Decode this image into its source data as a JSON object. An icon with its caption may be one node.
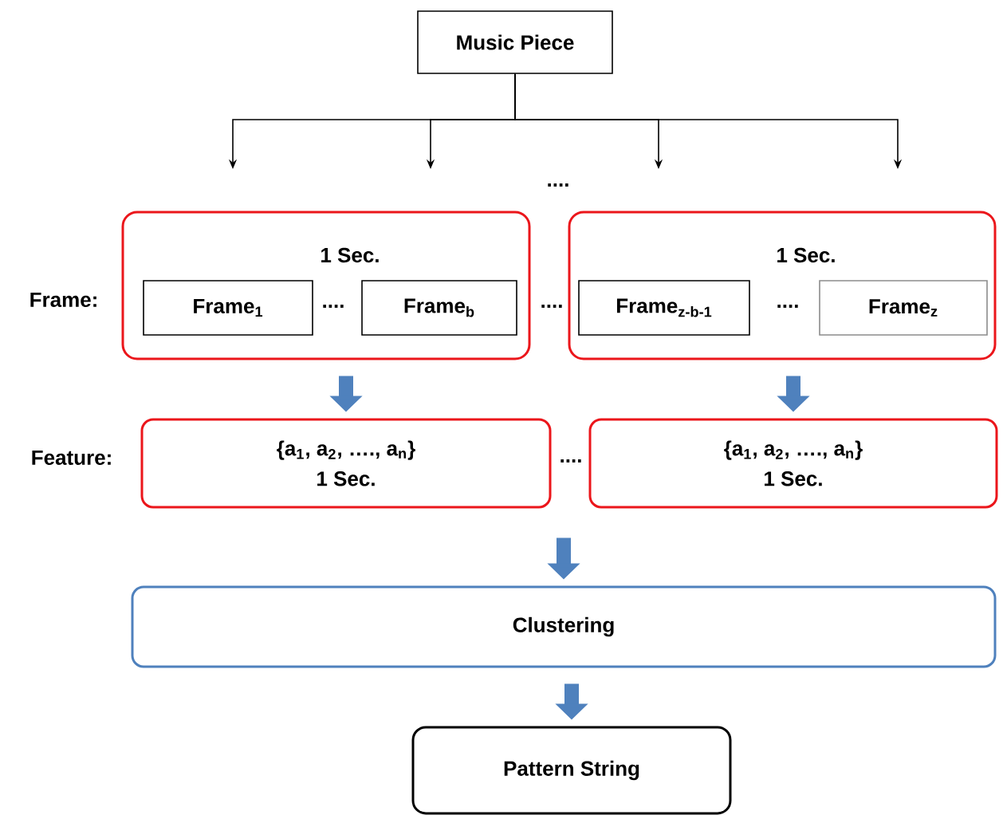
{
  "diagram": {
    "nodes": [
      {
        "text": [
          "Music Piece"
        ]
      },
      {
        "text": [
          "1 Sec."
        ]
      },
      {
        "text": [
          "Frame$_{1}$"
        ],
        "in": 1
      },
      {
        "text": [
          "Frame$_{b}$"
        ],
        "in": 1
      },
      {
        "text": [
          "1 Sec."
        ]
      },
      {
        "text": [
          "Frame$_{z-b-1}$"
        ],
        "in": 4
      },
      {
        "text": [
          "Frame$_{z}$"
        ],
        "in": 4
      },
      {
        "text": [
          "{a$_{1}$, a$_{2}$, …., a$_{n}$}",
          "1 Sec."
        ]
      },
      {
        "text": [
          "{a$_{1}$, a$_{2}$, …., a$_{n}$}",
          "1 Sec."
        ]
      },
      {
        "text": [
          "Clustering"
        ]
      },
      {
        "text": [
          "Pattern String"
        ]
      }
    ],
    "edges": [
      {
        "from": 0,
        "to": null,
        "arrow": "to"
      },
      {
        "from": 0,
        "to": null,
        "arrow": "to"
      },
      {
        "from": 0,
        "to": null,
        "arrow": "to"
      },
      {
        "from": 0,
        "to": null,
        "arrow": "to"
      },
      {
        "from": 1,
        "to": 7,
        "arrow": "to",
        "style": "thick",
        "color": "#4f81bd"
      },
      {
        "from": 4,
        "to": 8,
        "arrow": "to",
        "style": "thick",
        "color": "#4f81bd"
      },
      {
        "from": null,
        "to": 9,
        "arrow": "to",
        "style": "thick",
        "color": "#4f81bd"
      },
      {
        "from": 9,
        "to": 10,
        "arrow": "to",
        "style": "thick",
        "color": "#4f81bd"
      }
    ],
    "labels": [
      "....",
      "Frame:",
      "....",
      "....",
      "....",
      "Feature:",
      "...."
    ]
  }
}
